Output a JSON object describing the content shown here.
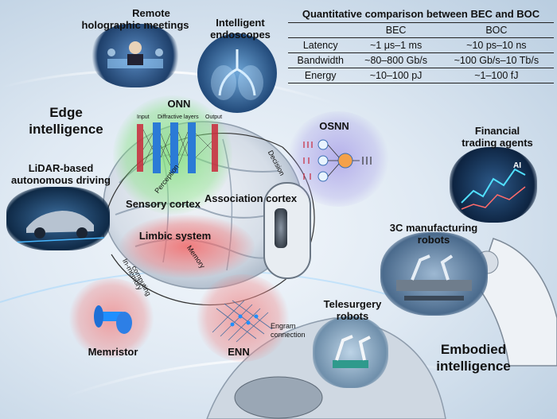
{
  "table": {
    "title": "Quantitative comparison between BEC and BOC",
    "columns": [
      "",
      "BEC",
      "BOC"
    ],
    "rows": [
      {
        "metric": "Latency",
        "bec": "~1 μs–1 ms",
        "boc": "~10 ps–10 ns"
      },
      {
        "metric": "Bandwidth",
        "bec": "~80–800 Gb/s",
        "boc": "~100 Gb/s–10 Tb/s"
      },
      {
        "metric": "Energy",
        "bec": "~10–100 pJ",
        "boc": "~1–100 fJ"
      }
    ]
  },
  "labels": {
    "remote_meetings_1": "Remote",
    "remote_meetings_2": "holographic meetings",
    "endoscopes_1": "Intelligent",
    "endoscopes_2": "endoscopes",
    "edge_1": "Edge",
    "edge_2": "intelligence",
    "lidar_1": "LiDAR-based",
    "lidar_2": "autonomous driving",
    "onn": "ONN",
    "osnn": "OSNN",
    "financial_1": "Financial",
    "financial_2": "trading agents",
    "manufacturing_1": "3C manufacturing",
    "manufacturing_2": "robots",
    "sensory": "Sensory cortex",
    "association": "Association cortex",
    "limbic": "Limbic system",
    "telesurgery_1": "Telesurgery",
    "telesurgery_2": "robots",
    "memristor": "Memristor",
    "enn": "ENN",
    "embodied_1": "Embodied",
    "embodied_2": "intelligence",
    "perception": "Perception",
    "decision": "Decision",
    "memory": "Memory",
    "in_memory_1": "In-memory",
    "in_memory_2": "computing",
    "engram_1": "Engram",
    "engram_2": "connection",
    "onn_input": "Input",
    "onn_layers": "Diffractive layers",
    "onn_output": "Output",
    "ai_tag": "AI"
  },
  "colors": {
    "onn_glow": "#7fe07a",
    "osnn_glow": "#a9a0e8",
    "memory_glow": "#f08a8a",
    "limbic_glow": "#f26b6b",
    "accent_blue": "#1f8fff"
  },
  "icons": [
    "holographic-meeting-icon",
    "brain-icon",
    "car-icon",
    "financial-screen-icon",
    "robot-arm-icon",
    "surgery-robot-icon",
    "memristor-icon",
    "engram-network-icon",
    "vr-headset-icon"
  ]
}
